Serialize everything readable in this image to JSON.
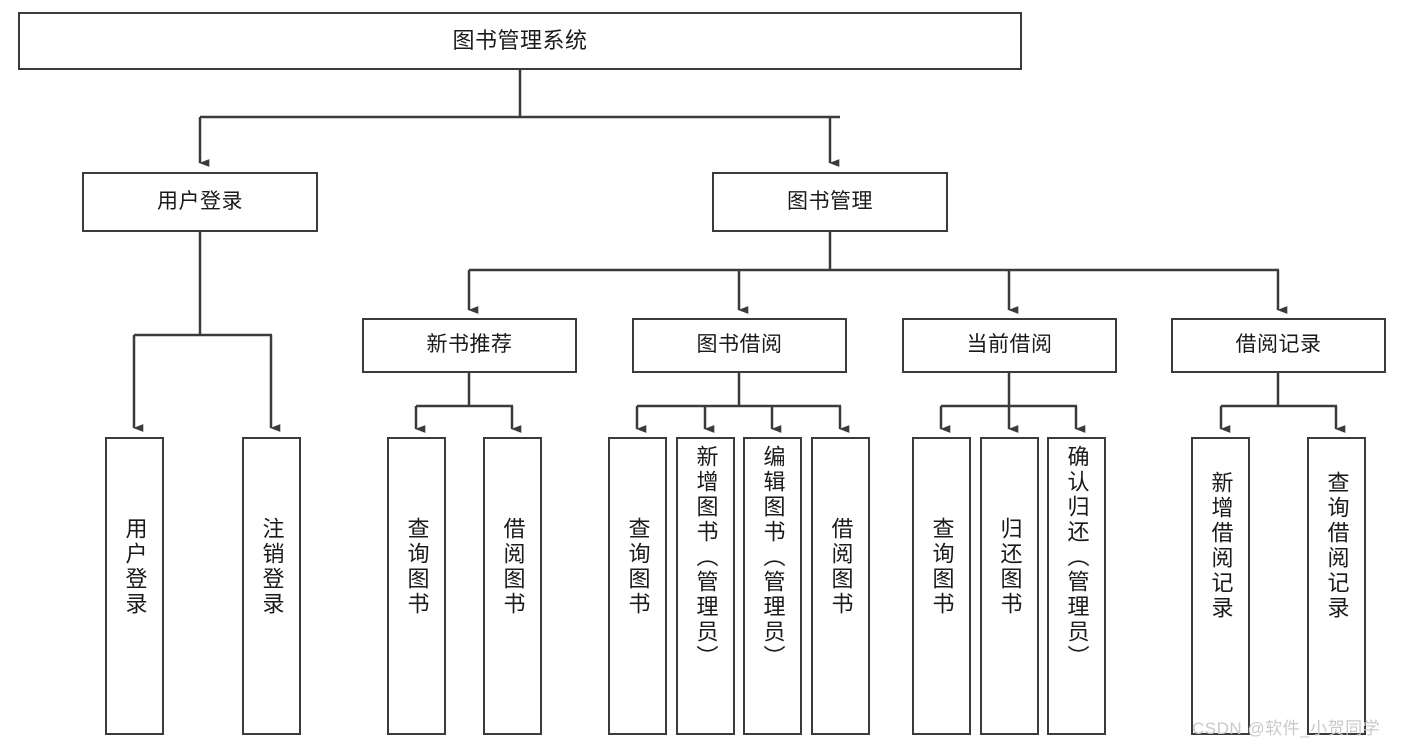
{
  "diagram": {
    "type": "tree-hierarchy",
    "title": "图书管理系统",
    "root": {
      "id": "root",
      "label": "图书管理系统",
      "level": 1,
      "orientation": "horizontal"
    },
    "level2": [
      {
        "id": "user-login",
        "label": "用户登录",
        "orientation": "horizontal"
      },
      {
        "id": "book-management",
        "label": "图书管理",
        "orientation": "horizontal"
      }
    ],
    "level3": [
      {
        "id": "new-book-recommend",
        "label": "新书推荐",
        "parent": "book-management",
        "orientation": "horizontal"
      },
      {
        "id": "book-borrow",
        "label": "图书借阅",
        "parent": "book-management",
        "orientation": "horizontal"
      },
      {
        "id": "current-borrow",
        "label": "当前借阅",
        "parent": "book-management",
        "orientation": "horizontal"
      },
      {
        "id": "borrow-record",
        "label": "借阅记录",
        "parent": "book-management",
        "orientation": "horizontal"
      }
    ],
    "leaves": [
      {
        "id": "leaf-user-login",
        "label": "用户登录",
        "parent": "user-login",
        "orientation": "vertical"
      },
      {
        "id": "leaf-user-logout",
        "label": "注销登录",
        "parent": "user-login",
        "orientation": "vertical"
      },
      {
        "id": "leaf-query-book-1",
        "label": "查询图书",
        "parent": "new-book-recommend",
        "orientation": "vertical"
      },
      {
        "id": "leaf-borrow-book-1",
        "label": "借阅图书",
        "parent": "new-book-recommend",
        "orientation": "vertical"
      },
      {
        "id": "leaf-query-book-2",
        "label": "查询图书",
        "parent": "book-borrow",
        "orientation": "vertical"
      },
      {
        "id": "leaf-add-book",
        "label": "新增图书（管理员）",
        "parent": "book-borrow",
        "orientation": "vertical"
      },
      {
        "id": "leaf-edit-book",
        "label": "编辑图书（管理员）",
        "parent": "book-borrow",
        "orientation": "vertical"
      },
      {
        "id": "leaf-borrow-book-2",
        "label": "借阅图书",
        "parent": "book-borrow",
        "orientation": "vertical"
      },
      {
        "id": "leaf-query-book-3",
        "label": "查询图书",
        "parent": "current-borrow",
        "orientation": "vertical"
      },
      {
        "id": "leaf-return-book",
        "label": "归还图书",
        "parent": "current-borrow",
        "orientation": "vertical"
      },
      {
        "id": "leaf-confirm-return",
        "label": "确认归还（管理员）",
        "parent": "current-borrow",
        "orientation": "vertical"
      },
      {
        "id": "leaf-add-record",
        "label": "新增借阅记录",
        "parent": "borrow-record",
        "orientation": "vertical"
      },
      {
        "id": "leaf-query-record",
        "label": "查询借阅记录",
        "parent": "borrow-record",
        "orientation": "vertical"
      }
    ]
  },
  "watermark": {
    "text": "CSDN @软件_小贺同学"
  },
  "colors": {
    "stroke": "#3b3b3b",
    "fill": "#ffffff",
    "text": "#1a1a1a",
    "watermark": "#c9c9c9"
  }
}
